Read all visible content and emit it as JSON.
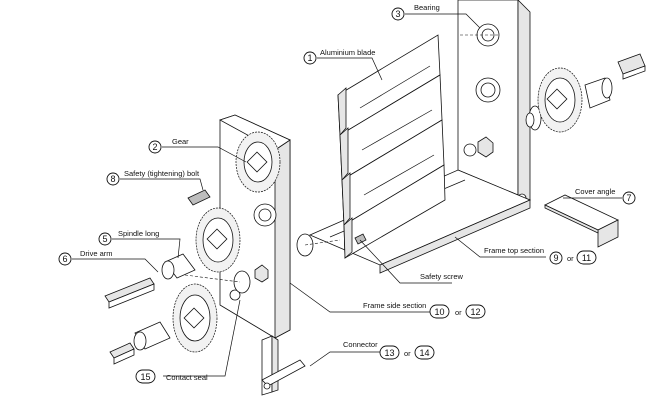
{
  "labels": {
    "bearing": {
      "num": "3",
      "text": "Bearing"
    },
    "blade": {
      "num": "1",
      "text": "Aluminium blade"
    },
    "gear": {
      "num": "2",
      "text": "Gear"
    },
    "safety_bolt": {
      "num": "8",
      "text": "Safety (tightening) bolt"
    },
    "spindle": {
      "num": "5",
      "text": "Spindle long"
    },
    "drive_arm": {
      "num": "6",
      "text": "Drive arm"
    },
    "cover_angle": {
      "num": "7",
      "text": "Cover angle"
    },
    "frame_top": {
      "text": "Frame top section",
      "num_a": "9",
      "or": "or",
      "num_b": "11"
    },
    "safety_screw": {
      "text": "Safety screw"
    },
    "frame_side": {
      "text": "Frame side section",
      "num_a": "10",
      "or": "or",
      "num_b": "12"
    },
    "connector": {
      "text": "Connector",
      "num_a": "13",
      "or": "or",
      "num_b": "14"
    },
    "contact_seal": {
      "num": "15",
      "text": "Contact seal"
    }
  }
}
